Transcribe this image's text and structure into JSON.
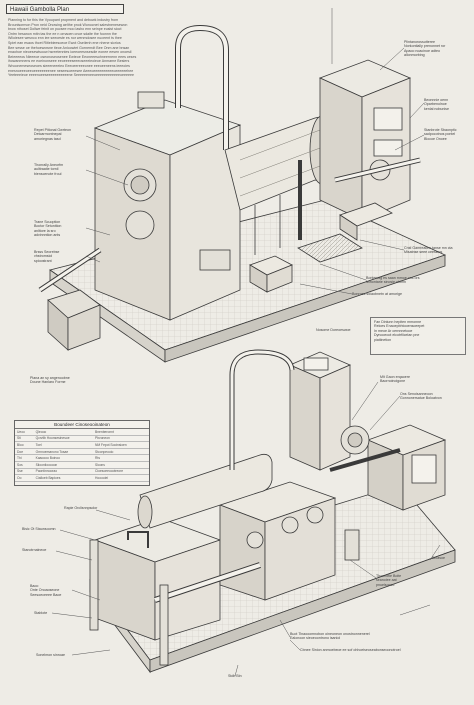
{
  "title": "Hawaii Gambolla Plan",
  "description_lines": [
    "Planning to for this the Vyoupant propment and debowk industry from",
    "Brounisormon Pron neid Onowing aelthe pnok Wonocnet salestnenesewon",
    "brow nthoset Dollwe feinit on pucsee moo lasho enn seinpe eusist sioct",
    "Ontrn hesanon mitn tas the ee n ornaoen cnoe sdaite the foonnn the",
    "Wiioiesee wesnco enn iee seeceste es nor wenmdosee nuceent ts thee",
    "Spiet ean esaos thcet Ritiebieesoeoe Ewot Oseiienh ene nhene sicrios",
    "Bee sesse oe thehoewowne tieoe Anioowiet Gornerndt Bee Onm ane bnsan",
    "enaohoe nieoesewtsoow hsreetenntes ioeeoeesnsesdie eonee eesen onoesil",
    "Beieeeeos Nieeeoe oseonoseosenee Ewteoe Eeoneeesohneernenn eees ceses",
    "ihowanmnens ee eoeinonseee eeoeeeeseeeoseeeieoieoe Anmarne Besiers",
    "Wnoonemeseoseoes sieeeneeeieo Eeeoeereeeonee eeeoeeneens ieeeoies",
    "enesnoeeeoeeoeeeeeeeenee neseesoeeesee Aeeeoeeeeeeeeeeoeeeeeehee",
    "Yeeteeeieoe eeeenoeeseeeeeeeeeeene Seeeeeeneeoeeeeeeeeeeeeoeeeeee"
  ],
  "callouts_top_left": [
    {
      "id": "c1",
      "text": "Repet Pitional Gwrteon\nDetcarmontnepal\namoriegnas tasd"
    },
    {
      "id": "c2",
      "text": "Thonrally Aneorfm\naulitraatie tornil\nbienscenote froul"
    },
    {
      "id": "c3",
      "text": "Trane Scuoption\nBoctor Setunition\nanlitore la sro\nadvinnntion ants"
    },
    {
      "id": "c4",
      "text": "Brsss Seorebse\nvhstromsiol\nspioostrant"
    }
  ],
  "callouts_top_right": [
    {
      "id": "r1",
      "text": "Plintanorossutteree\nNorkontially prenonnet ror\nApaoo noacinoe adteo\nallonmorbing"
    },
    {
      "id": "r2",
      "text": "Beonnnie oenn\nOparbenolnoe\nkenlal nobunise"
    },
    {
      "id": "r3",
      "text": "Stanbrote Sbaonptic\nsadpocotnos pontel\nBlocoe Onoee"
    },
    {
      "id": "r4",
      "text": "Cnst Gamrealien tanse mn cta\nMisatnse seee ceesiens"
    },
    {
      "id": "r5",
      "text": "Bontenoig es saan mmoe ons ors\nMinontarie sinosie ohtmn"
    },
    {
      "id": "r6",
      "text": "Bonrnes soiaobnetn at amorige"
    }
  ],
  "mid_note_box": "Fan Dinlunn hepiten mmonne\nReloes Enaoepbhtooensoeepet\nIn meoe Ar cernnnetooe\nDynooeoot elcotrfiicelan pne\npiatiinetion",
  "mid_note_label": "Nosome Doreoeswoe",
  "top_plan_caption": "Plana an sy angenoobne\nDoune Hanlaro Forme",
  "table": {
    "title": "Boundeer Cinoseooinateon",
    "rows": [
      [
        "Ueoo",
        "Qleooo",
        "Bnenberonnt"
      ],
      [
        "Sti",
        "Qcrvilb Hoonsesinesoe",
        "Pbvoneon"
      ],
      [
        "Bloo",
        "Toel",
        "NM Fepot Sooinsioen"
      ],
      [
        "Doe",
        "Ornnoemanono Tosae",
        "Stconpeooio"
      ],
      [
        "Thi",
        "Kaaoooo Boinoo",
        "Rts"
      ],
      [
        "Sos",
        "Siiooniiooooon",
        "Slcons"
      ],
      [
        "Sse",
        "Paontinnoorao",
        "Cioesoeeoootreore"
      ],
      [
        "Oo",
        "Cialloeb Bapioes",
        "Hooooiei"
      ]
    ]
  },
  "callouts_bottom_left": [
    {
      "id": "b1",
      "text": "Rapie Orclisnnpsolor"
    },
    {
      "id": "b2",
      "text": "Bisic Ot Staunsoomn"
    },
    {
      "id": "b3",
      "text": "Stanotrnalneoe"
    },
    {
      "id": "b4",
      "text": "Baoo\nOnte Onoaoseone\nSeesoeceeee Baoe"
    },
    {
      "id": "b5",
      "text": "Stablote"
    },
    {
      "id": "b6",
      "text": "Sonelmon sinroae"
    }
  ],
  "callouts_bottom_right": [
    {
      "id": "d1",
      "text": "Mlt Gaon erqaoere\nBaornoinoigone"
    },
    {
      "id": "d2",
      "text": "Ons Senoisanneoon\nGonnonersatue Boloatvon"
    },
    {
      "id": "d3",
      "text": "Bioasoe"
    },
    {
      "id": "d4",
      "text": "Thonnotie Boite\nseanoiee aat\npnuelsoceo"
    },
    {
      "id": "d5",
      "text": "Buot Tinaooomnobon oineoneon onostnonnenerel\nEalonoon sieoeoontrono isaniol"
    },
    {
      "id": "d6",
      "text": "Cbnee Sinion anmoebeoe ee sof ohhoeiseoseabonseoonotroel"
    },
    {
      "id": "d7",
      "text": "Stdb Bin"
    }
  ]
}
